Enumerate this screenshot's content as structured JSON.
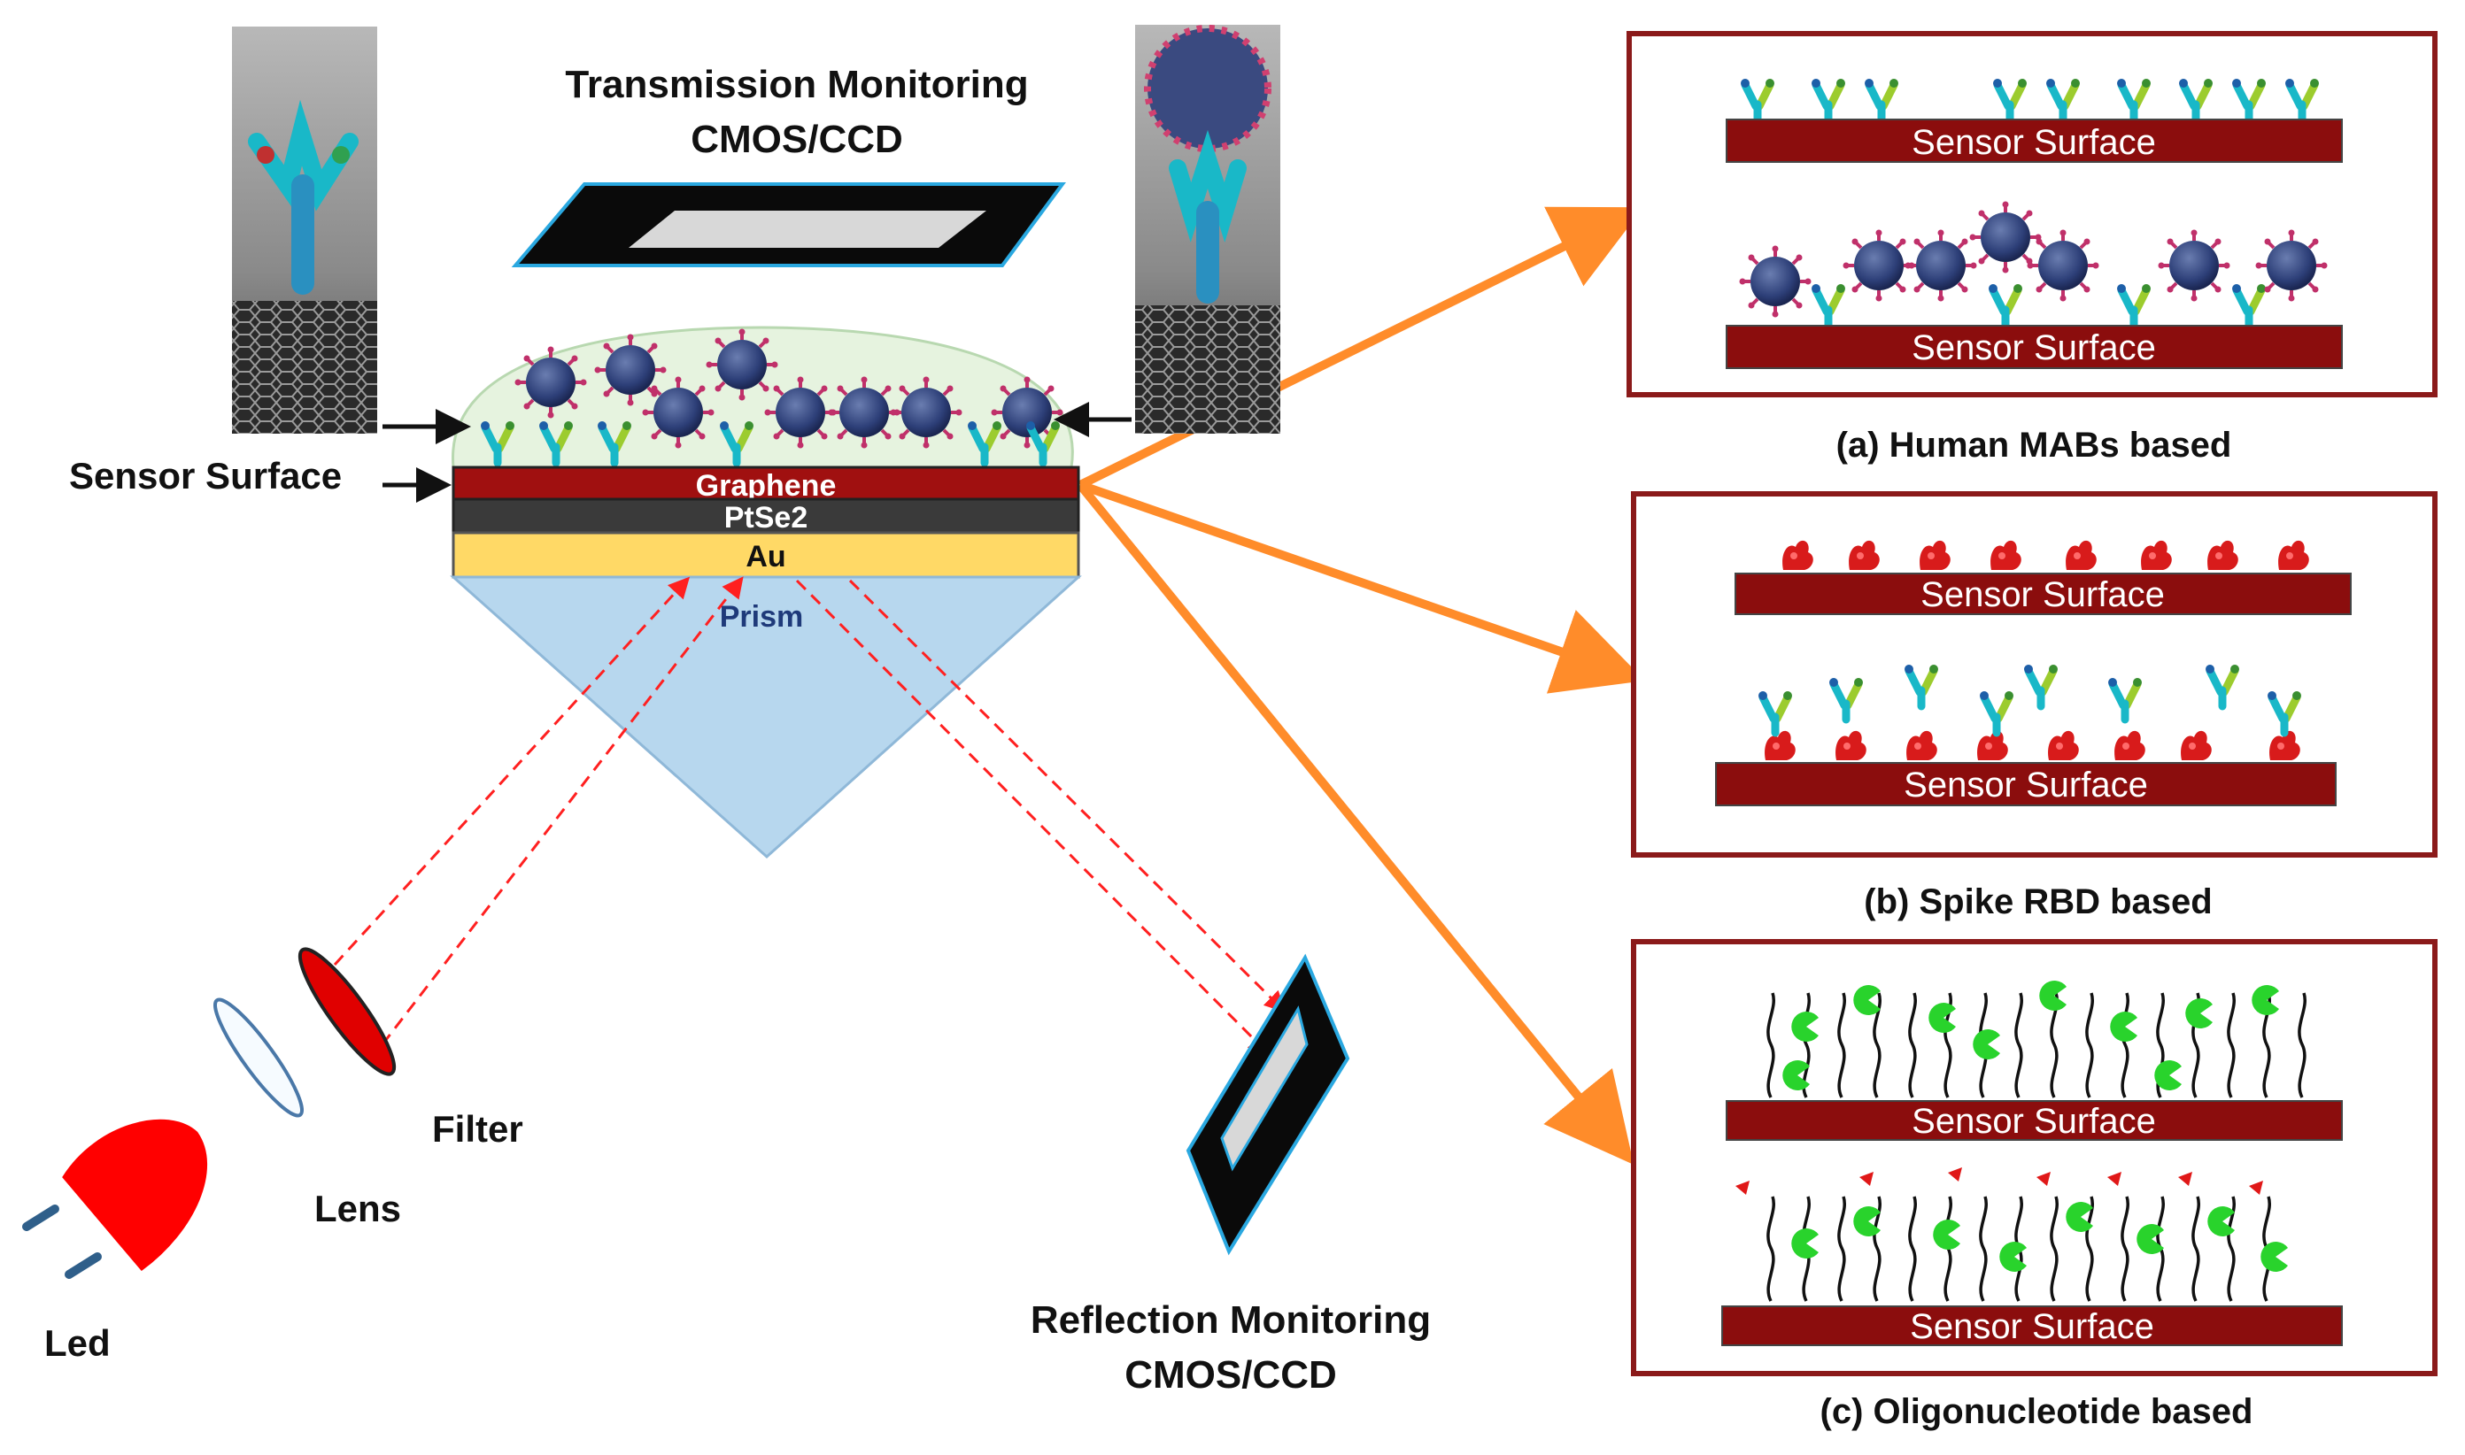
{
  "labels": {
    "transmission_line1": "Transmission Monitoring",
    "transmission_line2": "CMOS/CCD",
    "sensor_surface": "Sensor Surface",
    "graphene": "Graphene",
    "ptse2": "PtSe2",
    "au": "Au",
    "prism": "Prism",
    "filter": "Filter",
    "lens": "Lens",
    "led": "Led",
    "reflection_line1": "Reflection Monitoring",
    "reflection_line2": "CMOS/CCD"
  },
  "panels": [
    {
      "caption": "(a) Human MABs based",
      "top_surface_label": "Sensor Surface",
      "bottom_surface_label": "Sensor Surface"
    },
    {
      "caption": "(b) Spike RBD based",
      "top_surface_label": "Sensor Surface",
      "bottom_surface_label": "Sensor Surface"
    },
    {
      "caption": "(c) Oligonucleotide based",
      "top_surface_label": "Sensor Surface",
      "bottom_surface_label": "Sensor Surface"
    }
  ],
  "colors": {
    "graphene": "#a01010",
    "ptse2": "#3a3a3a",
    "au": "#ffd966",
    "prism": "#b7d7ee",
    "surface": "#8b0d0d",
    "panel_border": "#8b1a1a",
    "arrow": "#ff8c2a",
    "beam": "#ff2020",
    "led": "#ff0000"
  }
}
